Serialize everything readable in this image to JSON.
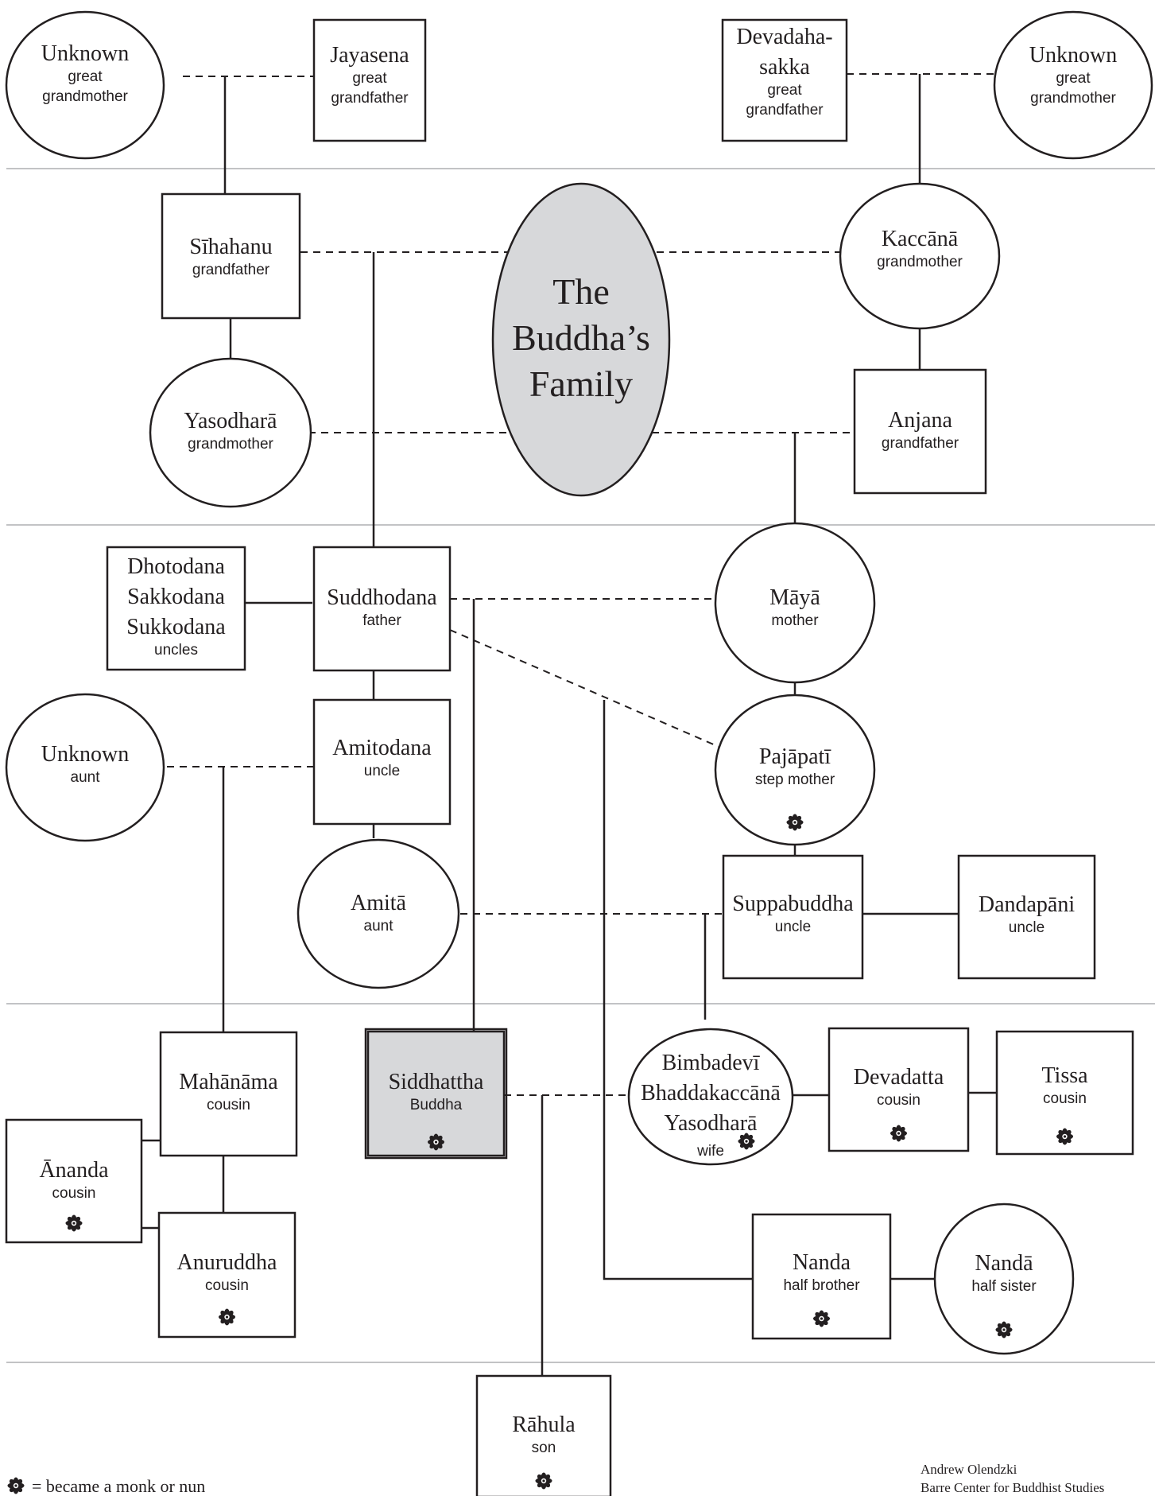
{
  "title": [
    "The",
    "Buddha’s",
    "Family"
  ],
  "people": {
    "unknown_ggm_left": {
      "name": [
        "Unknown"
      ],
      "role": [
        "great",
        "grandmother"
      ]
    },
    "jayasena": {
      "name": [
        "Jayasena"
      ],
      "role": [
        "great",
        "grandfather"
      ]
    },
    "devadaha_sakka": {
      "name": [
        "Devadaha-",
        "sakka"
      ],
      "role": [
        "great",
        "grandfather"
      ]
    },
    "unknown_ggm_right": {
      "name": [
        "Unknown"
      ],
      "role": [
        "great",
        "grandmother"
      ]
    },
    "sihahanu": {
      "name": [
        "Sīhahanu"
      ],
      "role": [
        "grandfather"
      ]
    },
    "kaccana": {
      "name": [
        "Kaccānā"
      ],
      "role": [
        "grandmother"
      ]
    },
    "yasodhara_gm": {
      "name": [
        "Yasodharā"
      ],
      "role": [
        "grandmother"
      ]
    },
    "anjana": {
      "name": [
        "Anjana"
      ],
      "role": [
        "grandfather"
      ]
    },
    "uncles_trio": {
      "name": [
        "Dhotodana",
        "Sakkodana",
        "Sukkodana"
      ],
      "role": [
        "uncles"
      ]
    },
    "suddhodana": {
      "name": [
        "Suddhodana"
      ],
      "role": [
        "father"
      ]
    },
    "maya": {
      "name": [
        "Māyā"
      ],
      "role": [
        "mother"
      ]
    },
    "unknown_aunt": {
      "name": [
        "Unknown"
      ],
      "role": [
        "aunt"
      ]
    },
    "amitodana": {
      "name": [
        "Amitodana"
      ],
      "role": [
        "uncle"
      ]
    },
    "pajapati": {
      "name": [
        "Pajāpatī"
      ],
      "role": [
        "step mother"
      ],
      "monastic": true
    },
    "amita": {
      "name": [
        "Amitā"
      ],
      "role": [
        "aunt"
      ]
    },
    "suppabuddha": {
      "name": [
        "Suppabuddha"
      ],
      "role": [
        "uncle"
      ]
    },
    "dandapani": {
      "name": [
        "Dandapāni"
      ],
      "role": [
        "uncle"
      ]
    },
    "mahanama": {
      "name": [
        "Mahānāma"
      ],
      "role": [
        "cousin"
      ]
    },
    "siddhattha": {
      "name": [
        "Siddhattha"
      ],
      "role": [
        "Buddha"
      ],
      "monastic": true,
      "highlight": true
    },
    "bimbadevi": {
      "name": [
        "Bimbadevī",
        "Bhaddakaccānā",
        "Yasodharā"
      ],
      "role": [
        "wife"
      ],
      "monastic": true
    },
    "devadatta": {
      "name": [
        "Devadatta"
      ],
      "role": [
        "cousin"
      ],
      "monastic": true
    },
    "tissa": {
      "name": [
        "Tissa"
      ],
      "role": [
        "cousin"
      ],
      "monastic": true
    },
    "ananda": {
      "name": [
        "Ānanda"
      ],
      "role": [
        "cousin"
      ],
      "monastic": true
    },
    "anuruddha": {
      "name": [
        "Anuruddha"
      ],
      "role": [
        "cousin"
      ],
      "monastic": true
    },
    "nanda": {
      "name": [
        "Nanda"
      ],
      "role": [
        "half brother"
      ],
      "monastic": true
    },
    "nanda_f": {
      "name": [
        "Nandā"
      ],
      "role": [
        "half sister"
      ],
      "monastic": true
    },
    "rahula": {
      "name": [
        "Rāhula"
      ],
      "role": [
        "son"
      ],
      "monastic": true
    }
  },
  "legend": {
    "text": "= became a monk or nun",
    "icon": "flower-icon"
  },
  "credit": [
    "Andrew Olendzki",
    "Barre Center for Buddhist Studies"
  ],
  "colors": {
    "ink": "#231f20",
    "highlight_fill": "#d7d8da",
    "title_oval_fill": "#d7d8da",
    "divider": "#9d9fa2"
  }
}
